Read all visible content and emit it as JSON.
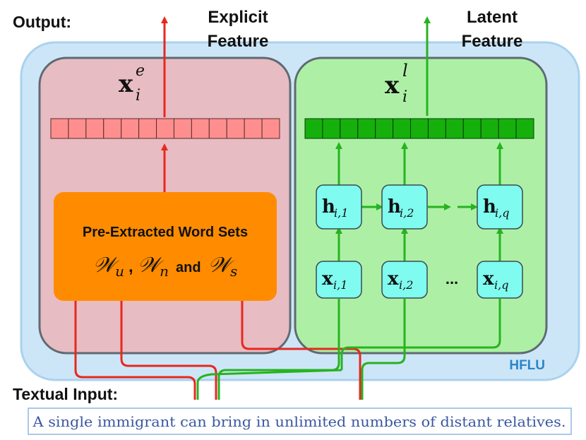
{
  "labels": {
    "output": "Output:",
    "explicit_line1": "Explicit",
    "explicit_line2": "Feature",
    "latent_line1": "Latent",
    "latent_line2": "Feature",
    "hflu": "HFLU",
    "textual_input": "Textual Input:",
    "input_sentence": "A single immigrant can bring in unlimited numbers of distant relatives."
  },
  "explicit_panel": {
    "vector_symbol": "x",
    "subscript": "i",
    "superscript": "e",
    "cells": 13,
    "box_title": "Pre-Extracted Word Sets",
    "sets": {
      "w_u": "u",
      "comma": ",",
      "w_n": "n",
      "and": "and",
      "w_s": "s"
    }
  },
  "latent_panel": {
    "vector_symbol": "x",
    "subscript": "i",
    "superscript": "l",
    "cells": 13,
    "hidden_nodes": [
      {
        "sym": "h",
        "sub": "i,1"
      },
      {
        "sym": "h",
        "sub": "i,2"
      },
      {
        "sym": "h",
        "sub": "i,q"
      }
    ],
    "input_nodes": [
      {
        "sym": "x",
        "sub": "i,1"
      },
      {
        "sym": "x",
        "sub": "i,2"
      },
      {
        "sym": "x",
        "sub": "i,q"
      }
    ],
    "ellipsis": "..."
  },
  "colors": {
    "outer_fill": "#cde6f7",
    "outer_stroke": "#a9d2ef",
    "pink_fill": "#e8bcc3",
    "green_fill": "#adf0a5",
    "panel_stroke": "#5f6a72",
    "orange": "#ff8c00",
    "red": "#e8281e",
    "green": "#27b320",
    "cyan": "#7ffbf0",
    "hflu_text": "#2a86c8",
    "sentence_text": "#3a58a0",
    "sentence_border": "#8fb7e0"
  }
}
